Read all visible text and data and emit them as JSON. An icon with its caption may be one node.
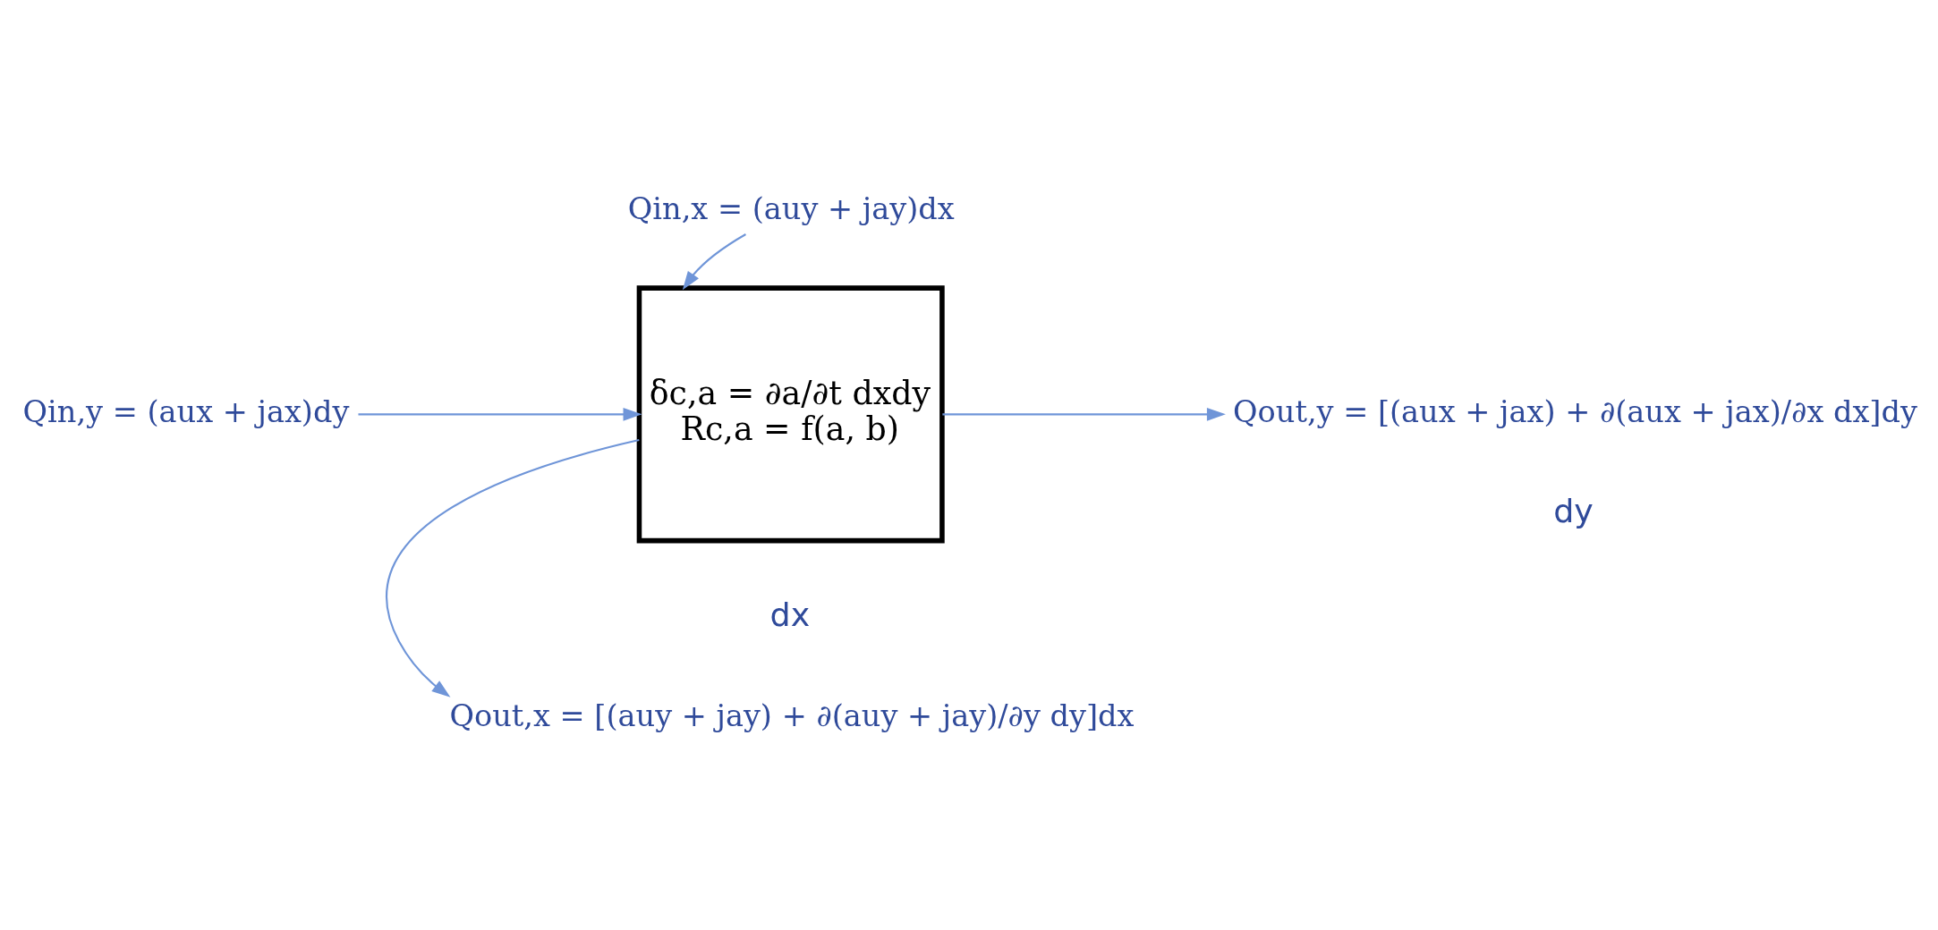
{
  "diagram": {
    "nodes": [
      {
        "text": [
          "δc,a = ∂a/∂t dxdy",
          "Rc,a = f(a, b)"
        ]
      },
      {
        "text": [
          "Qin,x = (auy + jay)dx"
        ]
      },
      {
        "text": [
          "Qin,y = (aux + jax)dy"
        ]
      },
      {
        "text": [
          "Qout,y = [(aux + jax) + ∂(aux + jax)/∂x dx]dy"
        ]
      },
      {
        "text": [
          "Qout,x = [(auy + jay) + ∂(auy + jay)/∂y dy]dx"
        ]
      }
    ],
    "edges": [
      {
        "from": 1,
        "to": 0,
        "arrow": "to"
      },
      {
        "from": 2,
        "to": 0,
        "arrow": "to"
      },
      {
        "from": 0,
        "to": 3,
        "arrow": "to"
      },
      {
        "from": 0,
        "to": 4,
        "arrow": "to"
      }
    ],
    "labels": [
      "dy",
      "dx"
    ]
  }
}
